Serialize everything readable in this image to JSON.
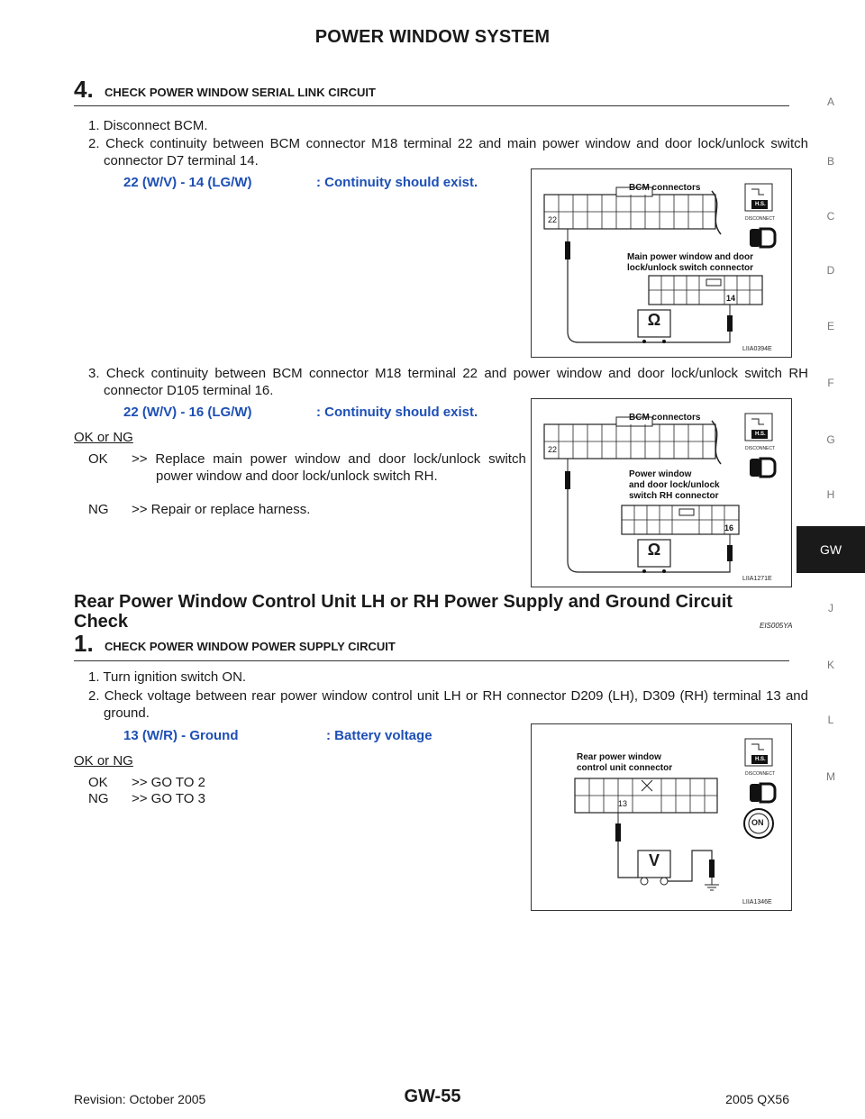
{
  "header": {
    "title": "POWER WINDOW SYSTEM"
  },
  "side_index": {
    "tabs": [
      "A",
      "B",
      "C",
      "D",
      "E",
      "F",
      "G",
      "H",
      "GW",
      "J",
      "K",
      "L",
      "M"
    ],
    "active": "GW"
  },
  "step4": {
    "number": "4.",
    "title": "CHECK POWER WINDOW SERIAL LINK CIRCUIT",
    "items": [
      "1. Disconnect BCM.",
      "2. Check continuity between BCM connector M18 terminal 22 and main power window and door lock/unlock switch connector D7 terminal 14."
    ],
    "spec1_left": "22 (W/V) - 14 (LG/W)",
    "spec1_right": ": Continuity should exist.",
    "item3": "3. Check continuity between BCM connector M18 terminal 22 and power window and door lock/unlock switch RH connector D105 terminal 16.",
    "spec2_left": "22 (W/V) - 16 (LG/W)",
    "spec2_right": ": Continuity should exist.",
    "ok_ng": "OK or NG",
    "ok_label": "OK",
    "ok_text": ">> Replace main power window and door lock/unlock switch or power window and door lock/unlock switch RH.",
    "ng_label": "NG",
    "ng_text": ">> Repair or replace harness."
  },
  "section": {
    "heading": "Rear Power Window Control Unit LH or RH Power Supply and Ground Circuit Check",
    "code": "EIS005YA"
  },
  "step1": {
    "number": "1.",
    "title": "CHECK POWER WINDOW POWER SUPPLY CIRCUIT",
    "items": [
      "1. Turn ignition switch ON.",
      "2. Check voltage between rear power window control unit LH or RH connector D209 (LH), D309 (RH) terminal 13 and ground."
    ],
    "spec_left": "13 (W/R) - Ground",
    "spec_right": ": Battery voltage",
    "ok_ng": "OK or NG",
    "ok_label": "OK",
    "ok_text": ">> GO TO 2",
    "ng_label": "NG",
    "ng_text": ">> GO TO 3"
  },
  "figures": {
    "fig1": {
      "bcm_label": "BCM connectors",
      "term_a": "22",
      "switch_label_1": "Main power window and door",
      "switch_label_2": "lock/unlock switch connector",
      "term_b": "14",
      "meter": "Ω",
      "hs": "H.S.",
      "disconnect": "DISCONNECT",
      "id": "LIIA0394E"
    },
    "fig2": {
      "bcm_label": "BCM connectors",
      "term_a": "22",
      "switch_label_1": "Power window",
      "switch_label_2": "and door lock/unlock",
      "switch_label_3": "switch RH connector",
      "term_b": "16",
      "meter": "Ω",
      "hs": "H.S.",
      "disconnect": "DISCONNECT",
      "id": "LIIA1271E"
    },
    "fig3": {
      "label_1": "Rear power window",
      "label_2": "control unit connector",
      "term": "13",
      "meter": "V",
      "hs": "H.S.",
      "disconnect": "DISCONNECT",
      "ign": "ON",
      "id": "LIIA1346E"
    }
  },
  "footer": {
    "left": "Revision: October 2005",
    "center": "GW-55",
    "right": "2005 QX56"
  }
}
